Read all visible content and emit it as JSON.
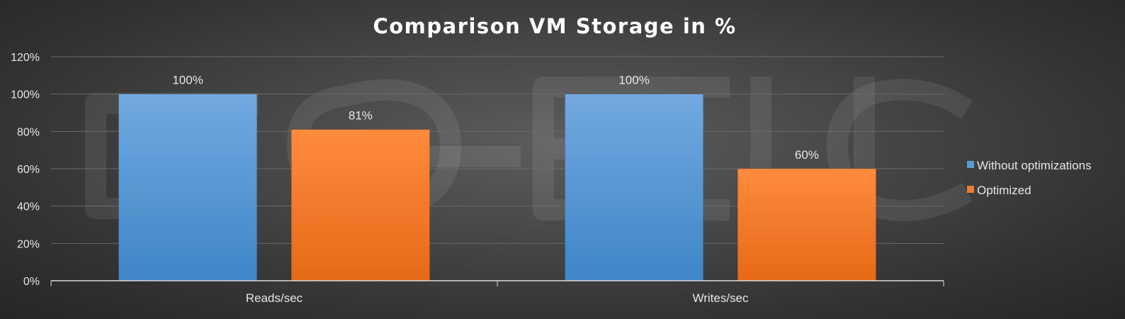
{
  "chart_data": {
    "type": "bar",
    "title": "Comparison VM Storage in %",
    "categories": [
      "Reads/sec",
      "Writes/sec"
    ],
    "series": [
      {
        "name": "Without optimizations",
        "values": [
          100,
          100
        ],
        "labels": [
          "100%",
          "100%"
        ],
        "color": "#5b9bd5"
      },
      {
        "name": "Optimized",
        "values": [
          81,
          60
        ],
        "labels": [
          "81%",
          "60%"
        ],
        "color": "#ed7d31"
      }
    ],
    "ylim": [
      0,
      120
    ],
    "yticks": [
      0,
      20,
      40,
      60,
      80,
      100,
      120
    ],
    "ytick_labels": [
      "0%",
      "20%",
      "40%",
      "60%",
      "80%",
      "100%",
      "120%"
    ],
    "xlabel": "",
    "ylabel": "",
    "grid": true,
    "legend_position": "right"
  },
  "watermark": {
    "text": "GO-EUC"
  },
  "colors": {
    "grid": "#6a6a6a",
    "axis": "#d9d9d9",
    "text": "#e6e6e6"
  }
}
